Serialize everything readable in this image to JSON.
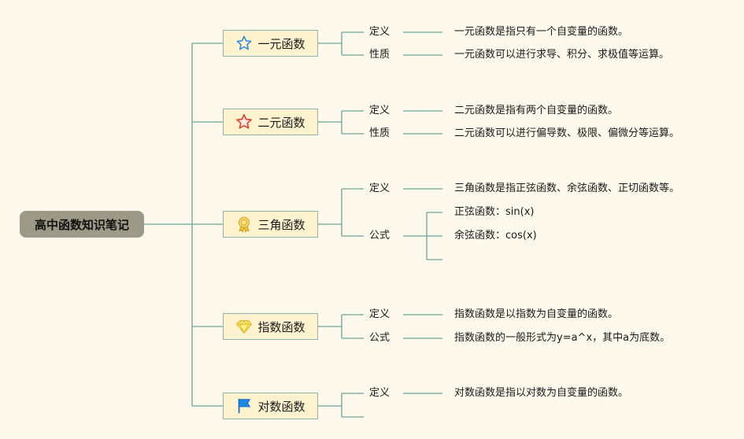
{
  "root": "高中函数知识笔记",
  "topics": [
    {
      "title": "一元函数",
      "icon": "star-outline-blue-icon",
      "items": [
        {
          "label": "定义",
          "text": "一元函数是指只有一个自变量的函数。"
        },
        {
          "label": "性质",
          "text": "一元函数可以进行求导、积分、求极值等运算。"
        }
      ]
    },
    {
      "title": "二元函数",
      "icon": "star-outline-red-icon",
      "items": [
        {
          "label": "定义",
          "text": "二元函数是指有两个自变量的函数。"
        },
        {
          "label": "性质",
          "text": "二元函数可以进行偏导数、极限、偏微分等运算。"
        }
      ]
    },
    {
      "title": "三角函数",
      "icon": "medal-icon",
      "items": [
        {
          "label": "定义",
          "text": "三角函数是指正弦函数、余弦函数、正切函数等。"
        },
        {
          "label": "公式",
          "subitems": [
            "正弦函数：sin(x)",
            "余弦函数：cos(x)",
            ""
          ]
        }
      ]
    },
    {
      "title": "指数函数",
      "icon": "diamond-icon",
      "items": [
        {
          "label": "定义",
          "text": "指数函数是以指数为自变量的函数。"
        },
        {
          "label": "公式",
          "text": "指数函数的一般形式为y=a^x，其中a为底数。"
        }
      ]
    },
    {
      "title": "对数函数",
      "icon": "flag-icon",
      "items": [
        {
          "label": "定义",
          "text": "对数函数是指以对数为自变量的函数。"
        },
        {
          "label": "",
          "text": ""
        }
      ]
    }
  ],
  "colors": {
    "background": "#fdf8ec",
    "root_fill": "#9c9a86",
    "topic_fill": "#fff3cf",
    "topic_border": "#8fb3a6",
    "connector": "#6fa597"
  }
}
